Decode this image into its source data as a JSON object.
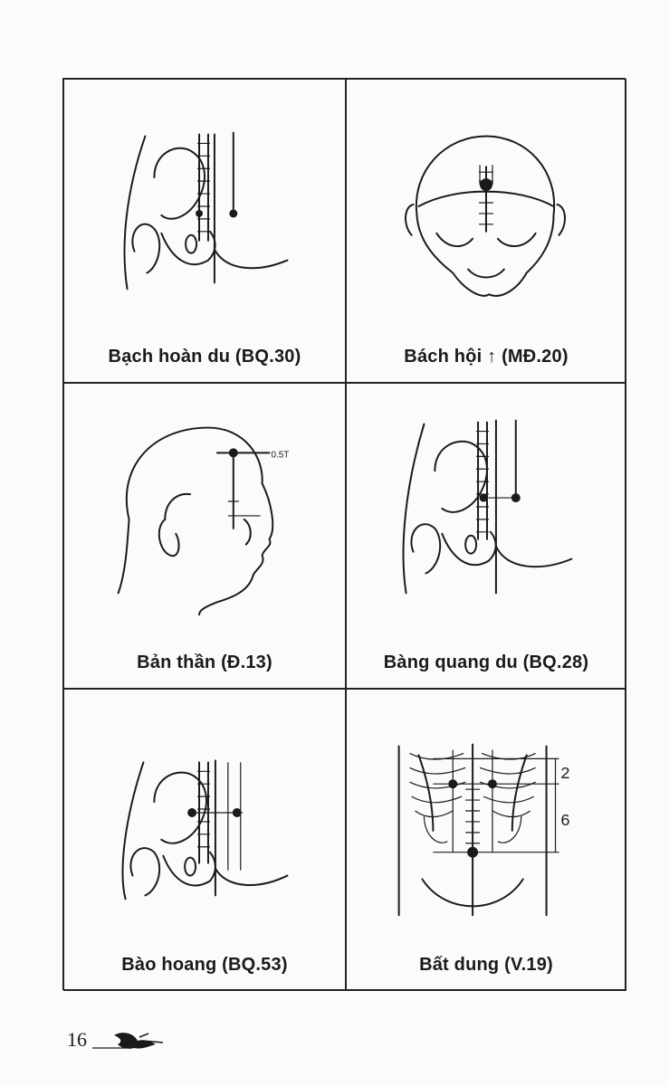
{
  "page": {
    "number": "16"
  },
  "cells": [
    {
      "caption": "Bạch hoàn du (BQ.30)",
      "illustration": "pelvis-spine"
    },
    {
      "caption": "Bách hội ↑ (MĐ.20)",
      "illustration": "head-top"
    },
    {
      "caption": "Bản thần (Đ.13)",
      "illustration": "head-profile"
    },
    {
      "caption": "Bàng quang du (BQ.28)",
      "illustration": "pelvis-spine"
    },
    {
      "caption": "Bào hoang (BQ.53)",
      "illustration": "pelvis-spine"
    },
    {
      "caption": "Bất dung (V.19)",
      "illustration": "torso-front"
    }
  ],
  "annotations": {
    "profile_measure": "0.5T",
    "torso_upper": "2",
    "torso_lower": "6"
  }
}
